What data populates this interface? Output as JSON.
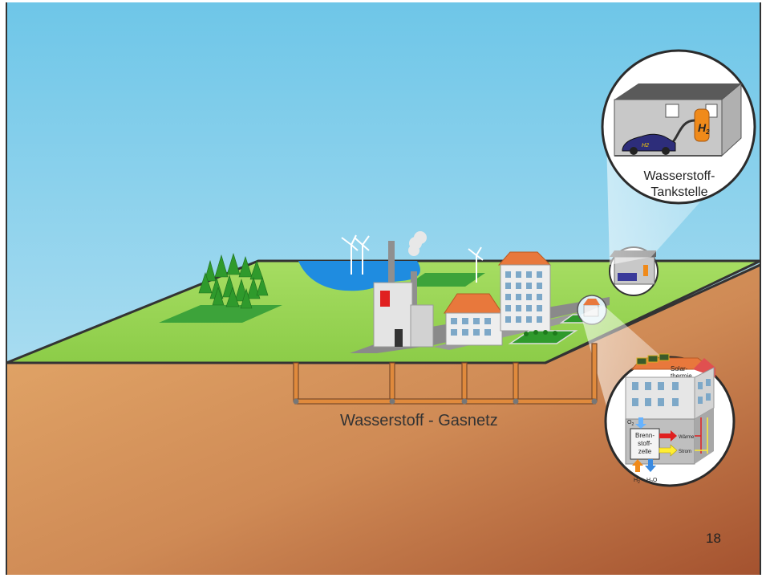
{
  "network_label": "Wasserstoff - Gasnetz",
  "page_number": "18",
  "station_callout": {
    "title_line1": "Wasserstoff-",
    "title_line2": "Tankstelle",
    "tank_symbol": "H",
    "tank_symbol_sub": "2",
    "car_symbol": "H2"
  },
  "house_callout": {
    "solar_line1": "Solar-",
    "solar_line2": "thermie",
    "cell_line1": "Brenn-",
    "cell_line2": "stoff-",
    "cell_line3": "zelle",
    "heat_label": "Wärme",
    "power_label": "Strom",
    "oxygen": "O",
    "oxygen_sub": "2",
    "hydrogen": "H",
    "hydrogen_sub": "2",
    "water_h": "H",
    "water_sub": "2",
    "water_o": "O"
  },
  "colors": {
    "sky_top": "#6ec6e8",
    "sky_bottom": "#9fd8ee",
    "ground": "#92d050",
    "earth_light": "#e3a86a",
    "earth_dark": "#a65532",
    "pipe": "#e08a3c",
    "water": "#1f8ce0",
    "roof": "#e8783c"
  }
}
